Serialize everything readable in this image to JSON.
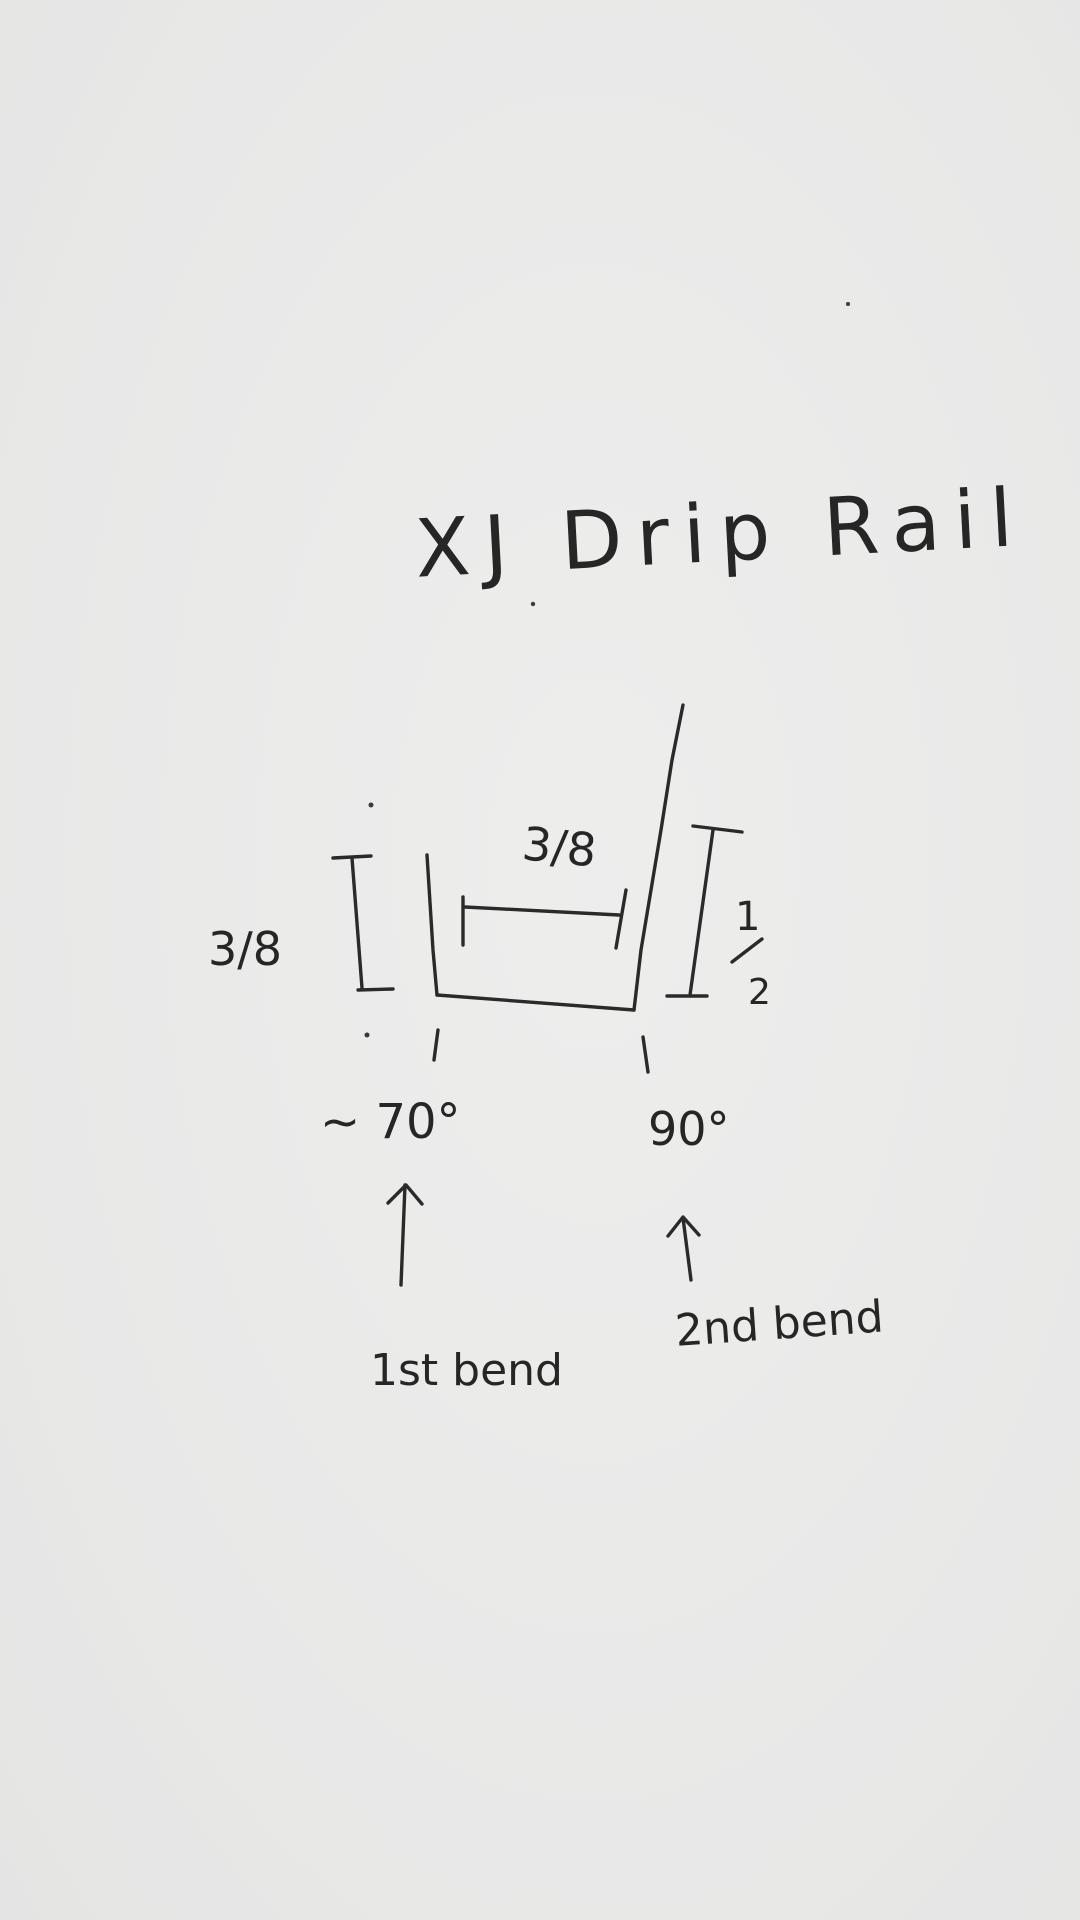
{
  "title": "XJ Drip Rail",
  "dimensions": {
    "left_height": "3/8",
    "channel_width": "3/8",
    "right_height_numerator": "1",
    "right_height_denominator": "2"
  },
  "bends": [
    {
      "angle": "~ 70°",
      "label": "1st bend"
    },
    {
      "angle": "90°",
      "label": "2nd bend"
    }
  ],
  "colors": {
    "paper": "#ebebea",
    "ink": "#2a2a2a"
  }
}
